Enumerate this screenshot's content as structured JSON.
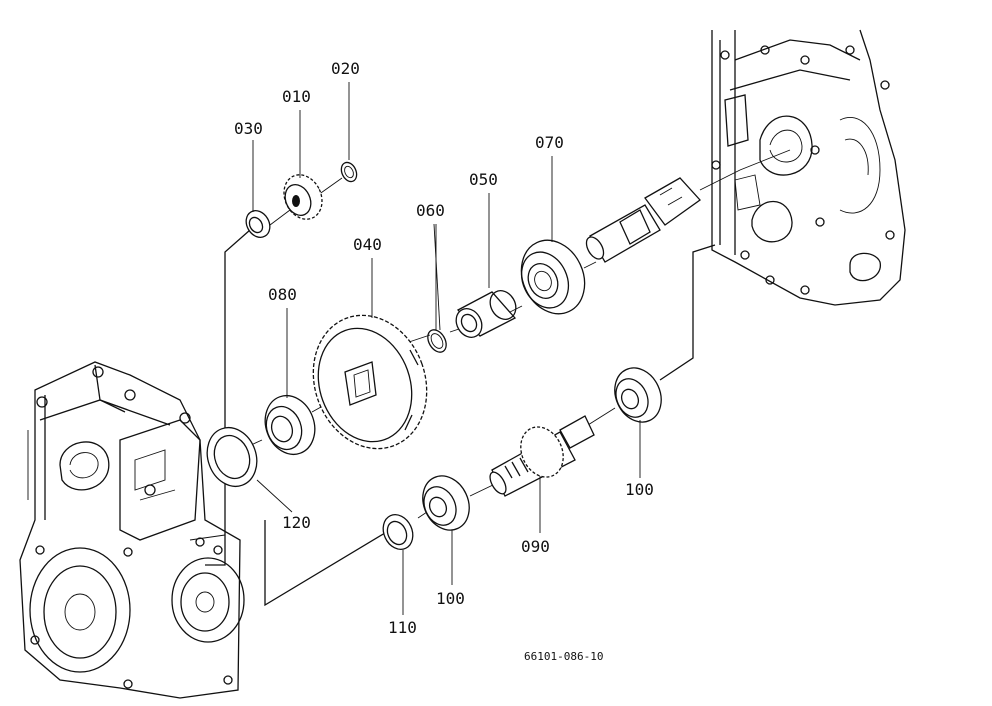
{
  "diagram": {
    "drawing_number": "66101-086-10",
    "callouts": [
      {
        "id": "p010",
        "label": "010"
      },
      {
        "id": "p020",
        "label": "020"
      },
      {
        "id": "p030",
        "label": "030"
      },
      {
        "id": "p040",
        "label": "040"
      },
      {
        "id": "p050",
        "label": "050"
      },
      {
        "id": "p060",
        "label": "060"
      },
      {
        "id": "p070",
        "label": "070"
      },
      {
        "id": "p080",
        "label": "080"
      },
      {
        "id": "p090",
        "label": "090"
      },
      {
        "id": "p100a",
        "label": "100"
      },
      {
        "id": "p100b",
        "label": "100"
      },
      {
        "id": "p110",
        "label": "110"
      },
      {
        "id": "p120",
        "label": "120"
      }
    ]
  }
}
